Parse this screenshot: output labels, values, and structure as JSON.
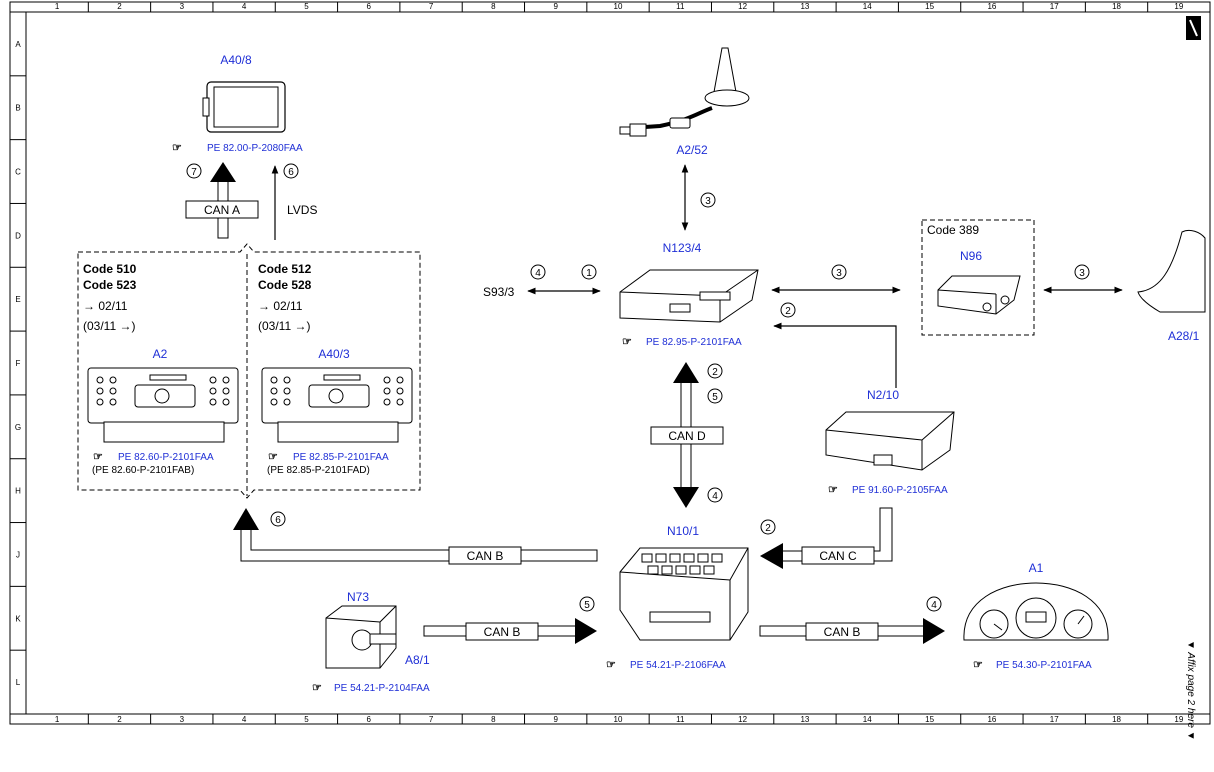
{
  "grid": {
    "columns": [
      "1",
      "2",
      "3",
      "4",
      "5",
      "6",
      "7",
      "8",
      "9",
      "10",
      "11",
      "12",
      "13",
      "14",
      "15",
      "16",
      "17",
      "18",
      "19"
    ],
    "rows": [
      "A",
      "B",
      "C",
      "D",
      "E",
      "F",
      "G",
      "H",
      "J",
      "K",
      "L"
    ]
  },
  "side_note": "▼ Affix page 2 here ▼",
  "components": {
    "a40_8": {
      "label": "A40/8",
      "ref": "PE 82.00-P-2080FAA"
    },
    "a2_52": {
      "label": "A2/52"
    },
    "n123_4": {
      "label": "N123/4",
      "ref": "PE 82.95-P-2101FAA"
    },
    "n96": {
      "label": "N96",
      "code": "Code 389"
    },
    "a28_1": {
      "label": "A28/1"
    },
    "n2_10": {
      "label": "N2/10",
      "ref": "PE 91.60-P-2105FAA"
    },
    "n10_1": {
      "label": "N10/1",
      "ref": "PE 54.21-P-2106FAA"
    },
    "n73": {
      "label": "N73",
      "sublabel": "A8/1",
      "ref": "PE 54.21-P-2104FAA"
    },
    "a1": {
      "label": "A1",
      "ref": "PE 54.30-P-2101FAA"
    },
    "a2": {
      "label": "A2",
      "code1": "Code 510",
      "code2": "Code 523",
      "date1": "→ 02/11",
      "date2": "(03/11 →)",
      "ref": "PE 82.60-P-2101FAA",
      "ref_alt": "(PE 82.60-P-2101FAB)"
    },
    "a40_3": {
      "label": "A40/3",
      "code1": "Code 512",
      "code2": "Code 528",
      "date1": "→ 02/11",
      "date2": "(03/11 →)",
      "ref": "PE 82.85-P-2101FAA",
      "ref_alt": "(PE 82.85-P-2101FAD)"
    },
    "s93_3": {
      "label": "S93/3"
    }
  },
  "bus_labels": {
    "can_a": "CAN A",
    "lvds": "LVDS",
    "can_b_1": "CAN B",
    "can_b_2": "CAN B",
    "can_b_3": "CAN B",
    "can_c": "CAN C",
    "can_d": "CAN D"
  },
  "markers": {
    "m7": "7",
    "m6a": "6",
    "m3a": "3",
    "m4a": "4",
    "m1": "1",
    "m3b": "3",
    "m3c": "3",
    "m2a": "2",
    "m2b": "2",
    "m5a": "5",
    "m4b": "4",
    "m6b": "6",
    "m2c": "2",
    "m5b": "5",
    "m4c": "4"
  }
}
